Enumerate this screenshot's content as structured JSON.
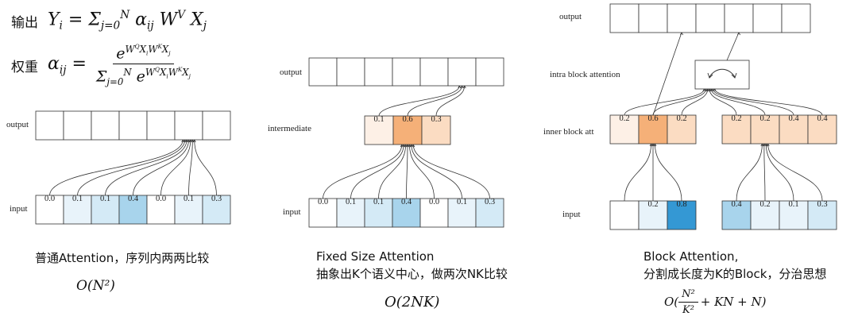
{
  "formula": {
    "output_label": "输出",
    "weight_label": "权重"
  },
  "colors": {
    "orange": [
      [
        253,
        240,
        230
      ],
      [
        251,
        220,
        194
      ],
      [
        245,
        176,
        120
      ]
    ],
    "blue": [
      [
        255,
        255,
        255
      ],
      [
        232,
        243,
        250
      ],
      [
        212,
        234,
        246
      ],
      [
        168,
        212,
        236
      ],
      [
        52,
        152,
        212
      ]
    ]
  },
  "panel1": {
    "output_label": "output",
    "input_label": "input",
    "input_values": [
      "0.0",
      "0.1",
      "0.1",
      "0.4",
      "0.0",
      "0.1",
      "0.3"
    ],
    "input_levels": [
      0,
      1,
      2,
      3,
      0,
      1,
      2
    ],
    "caption": "普通Attention，序列内两两比较",
    "complexity": "O(N²)"
  },
  "panel2": {
    "output_label": "output",
    "intermediate_label": "intermediate",
    "input_label": "input",
    "intermediate_values": [
      "0.1",
      "0.6",
      "0.3"
    ],
    "intermediate_levels": [
      0,
      2,
      1
    ],
    "input_values": [
      "0.0",
      "0.1",
      "0.1",
      "0.4",
      "0.0",
      "0.1",
      "0.3"
    ],
    "input_levels": [
      0,
      1,
      2,
      3,
      0,
      1,
      2
    ],
    "caption_line1": "Fixed Size Attention",
    "caption_line2": "抽象出K个语义中心，做两次NK比较",
    "complexity": "O(2NK)"
  },
  "panel3": {
    "output_label": "output",
    "intra_label": "intra block attention",
    "inner_label": "inner block att",
    "input_label": "input",
    "inner_left_values": [
      "0.2",
      "0.6",
      "0.2"
    ],
    "inner_left_levels": [
      0,
      2,
      1
    ],
    "inner_right_values": [
      "0.2",
      "0.2",
      "0.4",
      "0.4"
    ],
    "inner_right_levels": [
      1,
      1,
      1,
      1
    ],
    "input_left_values": [
      "",
      "0.2",
      "0.8"
    ],
    "input_left_levels": [
      0,
      1,
      4
    ],
    "input_right_values": [
      "0.4",
      "0.2",
      "0.1",
      "0.3"
    ],
    "input_right_levels": [
      3,
      1,
      1,
      2
    ],
    "caption_line1": "Block Attention,",
    "caption_line2": "分割成长度为K的Block，分治思想",
    "complexity_prefix": "O(",
    "complexity_frac_num": "N²",
    "complexity_frac_den": "K²",
    "complexity_suffix": "+ KN + N)"
  }
}
